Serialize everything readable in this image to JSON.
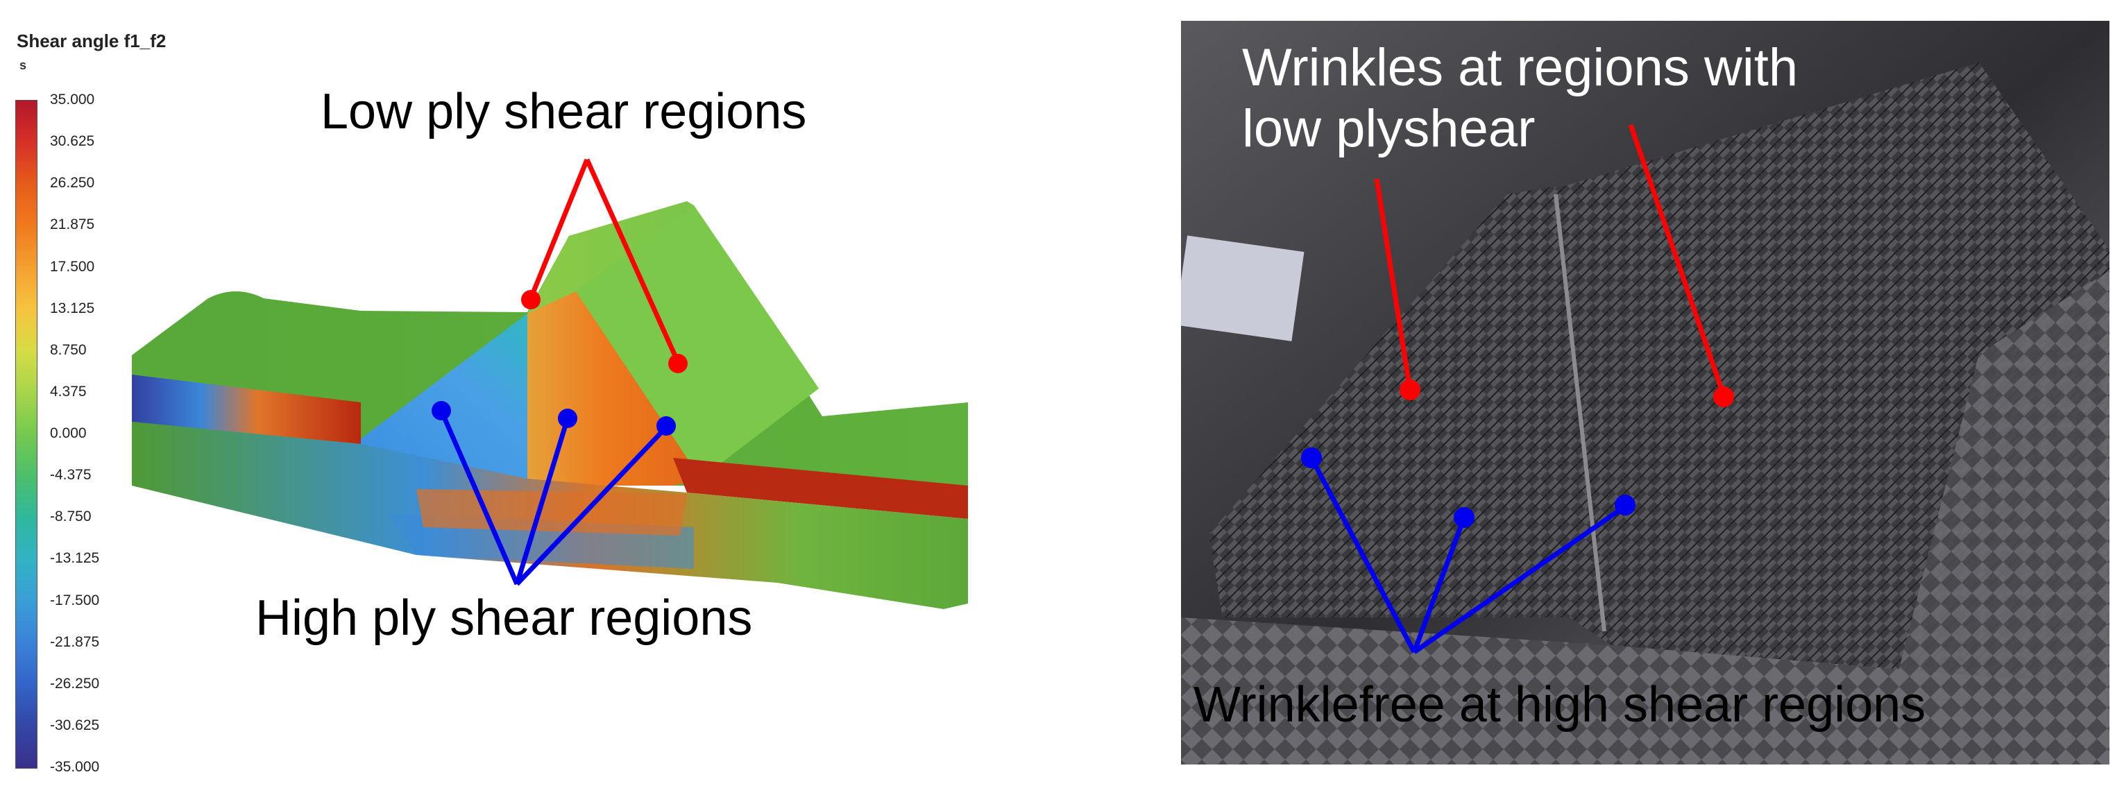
{
  "legend": {
    "title": "Shear angle f1_f2",
    "unit": "s",
    "ticks": [
      "35.000",
      "30.625",
      "26.250",
      "21.875",
      "17.500",
      "13.125",
      "8.750",
      "4.375",
      "0.000",
      "-4.375",
      "-8.750",
      "-13.125",
      "-17.500",
      "-21.875",
      "-26.250",
      "-30.625",
      "-35.000"
    ],
    "colors": [
      "#b2182b",
      "#d73027",
      "#e65c1a",
      "#f07a1c",
      "#f4a030",
      "#f7c33e",
      "#d6dc45",
      "#a7d54a",
      "#74c94f",
      "#4dbf6b",
      "#2fb89c",
      "#31b3c4",
      "#3a9ed6",
      "#3a82d8",
      "#3364c8",
      "#3347a6",
      "#3b2f8c"
    ]
  },
  "simulation": {
    "low_label": "Low ply shear regions",
    "high_label": "High ply shear regions"
  },
  "photo": {
    "wrinkles_label_line1": "Wrinkles at regions with",
    "wrinkles_label_line2": "low plyshear",
    "wrinklefree_label": "Wrinklefree at high shear regions"
  },
  "annotation_colors": {
    "red": "#ff0000",
    "blue": "#0000ee"
  }
}
